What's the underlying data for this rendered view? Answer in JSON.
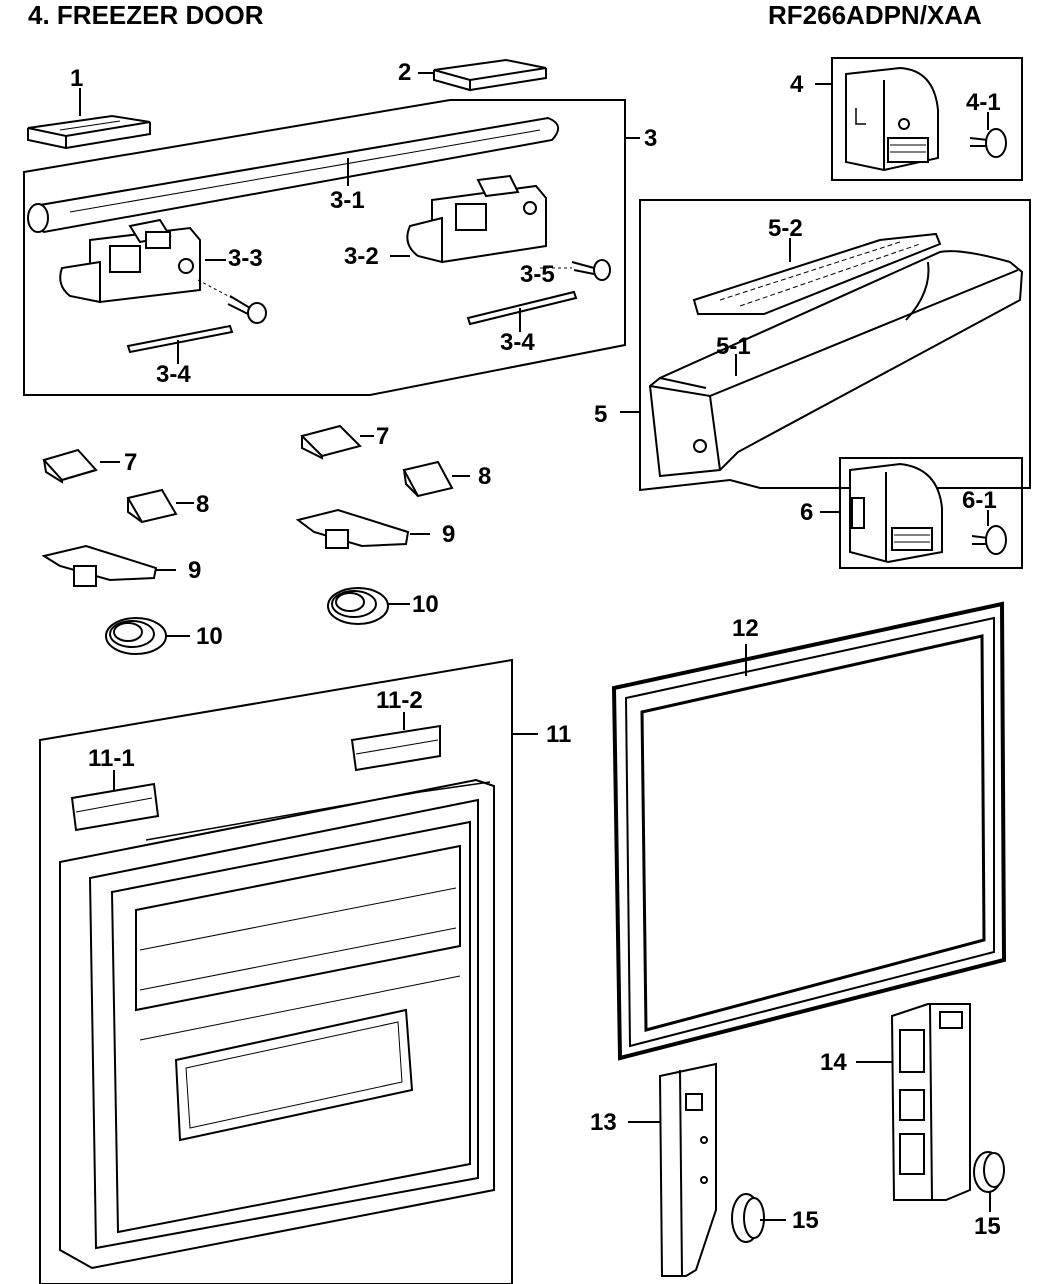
{
  "header": {
    "section_title": "4. FREEZER DOOR",
    "model_number": "RF266ADPN/XAA"
  },
  "labels": {
    "l1": "1",
    "l2": "2",
    "l3": "3",
    "l3_1": "3-1",
    "l3_2": "3-2",
    "l3_3": "3-3",
    "l3_4a": "3-4",
    "l3_4b": "3-4",
    "l3_5": "3-5",
    "l4": "4",
    "l4_1": "4-1",
    "l5": "5",
    "l5_1": "5-1",
    "l5_2": "5-2",
    "l6": "6",
    "l6_1": "6-1",
    "l7a": "7",
    "l7b": "7",
    "l8a": "8",
    "l8b": "8",
    "l9a": "9",
    "l9b": "9",
    "l10a": "10",
    "l10b": "10",
    "l11": "11",
    "l11_1": "11-1",
    "l11_2": "11-2",
    "l12": "12",
    "l13": "13",
    "l14": "14",
    "l15a": "15",
    "l15b": "15"
  },
  "colors": {
    "line": "#000000",
    "background": "#ffffff",
    "shade": "#d8d8d8"
  }
}
